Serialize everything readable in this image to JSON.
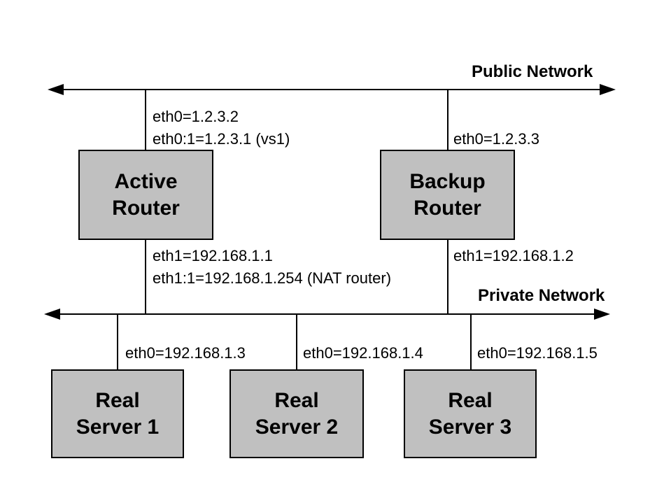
{
  "diagram": {
    "public_network": {
      "label": "Public Network"
    },
    "private_network": {
      "label": "Private Network"
    },
    "nodes": {
      "active_router": {
        "label": "Active\nRouter"
      },
      "backup_router": {
        "label": "Backup\nRouter"
      },
      "real_server_1": {
        "label": "Real\nServer 1"
      },
      "real_server_2": {
        "label": "Real\nServer 2"
      },
      "real_server_3": {
        "label": "Real\nServer 3"
      }
    },
    "interface_labels": {
      "active_eth0": "eth0=1.2.3.2",
      "active_eth0_alias": "eth0:1=1.2.3.1 (vs1)",
      "backup_eth0": "eth0=1.2.3.3",
      "active_eth1": "eth1=192.168.1.1",
      "active_eth1_alias": "eth1:1=192.168.1.254 (NAT router)",
      "backup_eth1": "eth1=192.168.1.2",
      "rs1_eth0": "eth0=192.168.1.3",
      "rs2_eth0": "eth0=192.168.1.4",
      "rs3_eth0": "eth0=192.168.1.5"
    },
    "colors": {
      "background": "#ffffff",
      "line": "#000000",
      "node_fill": "#c0c0c0",
      "node_border": "#000000"
    }
  }
}
